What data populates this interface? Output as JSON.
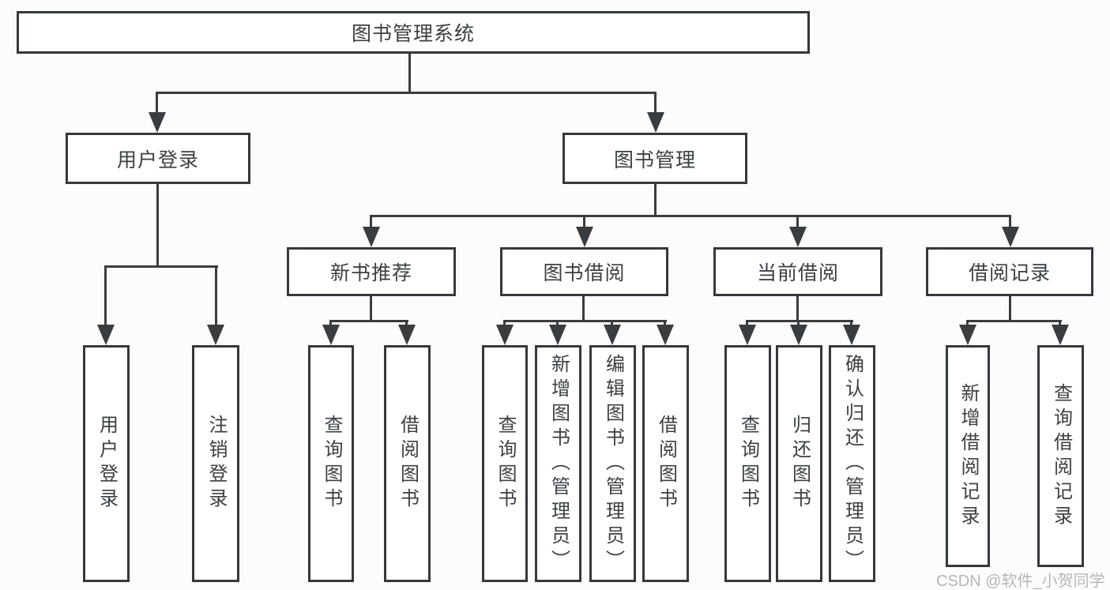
{
  "diagram": {
    "title": "图书管理系统",
    "root": {
      "label": "图书管理系统",
      "children": [
        {
          "label": "用户登录",
          "children": [
            {
              "label": "用户登录"
            },
            {
              "label": "注销登录"
            }
          ]
        },
        {
          "label": "图书管理",
          "children": [
            {
              "label": "新书推荐",
              "children": [
                {
                  "label": "查询图书"
                },
                {
                  "label": "借阅图书"
                }
              ]
            },
            {
              "label": "图书借阅",
              "children": [
                {
                  "label": "查询图书"
                },
                {
                  "label": "新增图书（管理员）"
                },
                {
                  "label": "编辑图书（管理员）"
                },
                {
                  "label": "借阅图书"
                }
              ]
            },
            {
              "label": "当前借阅",
              "children": [
                {
                  "label": "查询图书"
                },
                {
                  "label": "归还图书"
                },
                {
                  "label": "确认归还（管理员）"
                }
              ]
            },
            {
              "label": "借阅记录",
              "children": [
                {
                  "label": "新增借阅记录"
                },
                {
                  "label": "查询借阅记录"
                }
              ]
            }
          ]
        }
      ]
    }
  },
  "watermark": {
    "text": "CSDN @软件_小贺同学"
  },
  "colors": {
    "line": "#3a3d40",
    "border": "#35383c",
    "text": "#3c4043",
    "watermark": "#b4b7bb",
    "background": "#fcfcfc"
  }
}
